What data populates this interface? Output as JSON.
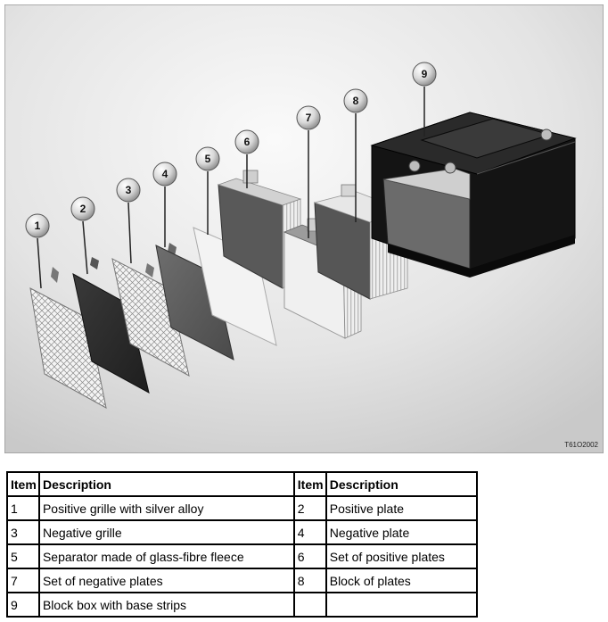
{
  "figure": {
    "ref_code": "T61O2002",
    "callouts": [
      "1",
      "2",
      "3",
      "4",
      "5",
      "6",
      "7",
      "8",
      "9"
    ]
  },
  "legend": {
    "header": {
      "item": "Item",
      "description": "Description"
    },
    "rows": [
      {
        "left_item": "1",
        "left_desc": "Positive grille with silver alloy",
        "right_item": "2",
        "right_desc": "Positive plate"
      },
      {
        "left_item": "3",
        "left_desc": "Negative grille",
        "right_item": "4",
        "right_desc": "Negative plate"
      },
      {
        "left_item": "5",
        "left_desc": "Separator made of glass-fibre fleece",
        "right_item": "6",
        "right_desc": "Set of positive plates"
      },
      {
        "left_item": "7",
        "left_desc": "Set of negative plates",
        "right_item": "8",
        "right_desc": "Block of plates"
      },
      {
        "left_item": "9",
        "left_desc": "Block box with base strips",
        "right_item": "",
        "right_desc": ""
      }
    ]
  }
}
